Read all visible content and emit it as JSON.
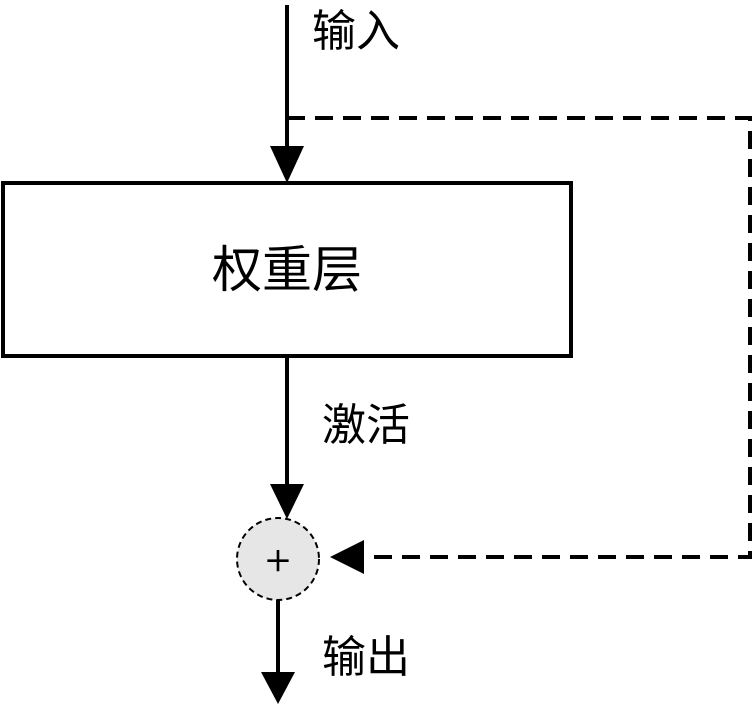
{
  "labels": {
    "input": "输入",
    "weight_layer": "权重层",
    "activation": "激活",
    "sum_symbol": "+",
    "output": "输出"
  },
  "colors": {
    "stroke": "#000000",
    "sum_fill": "#e6e6e6",
    "background": "#ffffff"
  }
}
